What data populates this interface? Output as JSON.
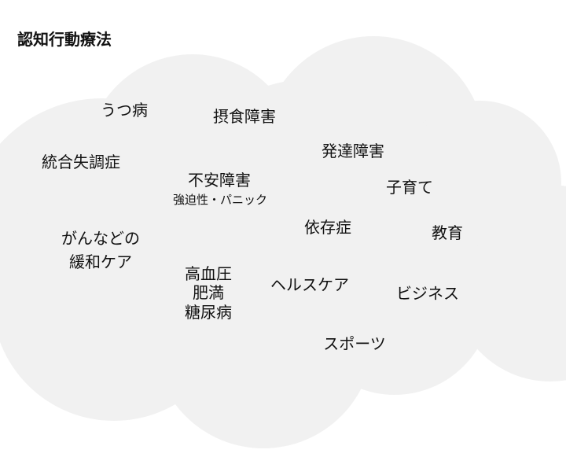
{
  "title": "認知行動療法",
  "cloud_color": "#f1f1f1",
  "words": {
    "depression": "うつ病",
    "eating_disorder": "摂食障害",
    "developmental": "発達障害",
    "schizophrenia": "統合失調症",
    "anxiety": "不安障害",
    "anxiety_sub": "強迫性・パニック",
    "parenting": "子育て",
    "addiction": "依存症",
    "education": "教育",
    "palliative_1": "がんなどの",
    "palliative_2": "緩和ケア",
    "hypertension": "高血圧",
    "obesity": "肥満",
    "diabetes": "糖尿病",
    "healthcare": "ヘルスケア",
    "business": "ビジネス",
    "sports": "スポーツ"
  }
}
